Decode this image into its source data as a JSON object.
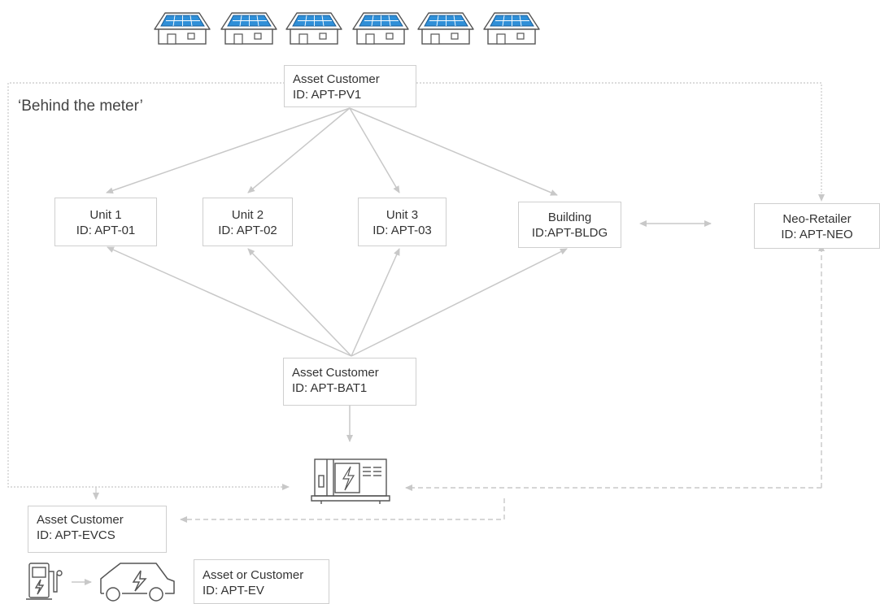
{
  "region_label": "‘Behind the meter’",
  "nodes": {
    "pv": {
      "line1": "Asset Customer",
      "line2": "ID: APT-PV1"
    },
    "unit1": {
      "line1": "Unit 1",
      "line2": "ID: APT-01"
    },
    "unit2": {
      "line1": "Unit 2",
      "line2": "ID: APT-02"
    },
    "unit3": {
      "line1": "Unit 3",
      "line2": "ID: APT-03"
    },
    "building": {
      "line1": "Building",
      "line2": "ID:APT-BLDG"
    },
    "neo": {
      "line1": "Neo-Retailer",
      "line2": "ID: APT-NEO"
    },
    "bat": {
      "line1": "Asset Customer",
      "line2": "ID: APT-BAT1"
    },
    "evcs": {
      "line1": "Asset Customer",
      "line2": "ID: APT-EVCS"
    },
    "ev": {
      "line1": "Asset or Customer",
      "line2": "ID: APT-EV"
    }
  },
  "icons": {
    "houses": [
      "solar-house-icon",
      "solar-house-icon",
      "solar-house-icon",
      "solar-house-icon",
      "solar-house-icon",
      "solar-house-icon"
    ],
    "meter": "electrical-cabinet-icon",
    "charger": "ev-charger-icon",
    "car": "electric-car-icon"
  },
  "colors": {
    "line": "#c8c8c8",
    "panel_blue": "#2f8fd8",
    "text": "#333333"
  }
}
